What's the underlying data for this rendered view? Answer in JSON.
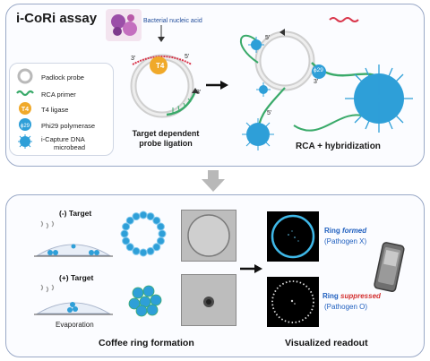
{
  "title": "i-CoRi assay",
  "top": {
    "bacterial_label": "Bacterial nucleic acid",
    "legend": [
      {
        "label": "Padlock probe",
        "icon": "padlock-probe-icon"
      },
      {
        "label": "RCA primer",
        "icon": "rca-primer-icon"
      },
      {
        "label": "T4 ligase",
        "icon": "t4-ligase-icon",
        "badge": "T4"
      },
      {
        "label": "Phi29 polymerase",
        "icon": "phi29-polymerase-icon",
        "badge": "ϕ29"
      },
      {
        "label": "i-Capture DNA microbead",
        "line1": "i-Capture DNA",
        "line2": "microbead",
        "icon": "microbead-icon"
      }
    ],
    "probe_labels": {
      "three_prime_a": "3'",
      "five_prime_a": "5'",
      "three_prime_b": "3'",
      "t4": "T4"
    },
    "ligation_caption_line1": "Target dependent",
    "ligation_caption_line2": "probe ligation",
    "rca_labels": {
      "five_prime_top": "5'",
      "three_prime": "3'",
      "five_prime_bottom": "5'",
      "phi29": "ϕ29"
    },
    "rca_caption": "RCA + hybridization"
  },
  "bottom": {
    "neg_target": "(-) Target",
    "pos_target": "(+) Target",
    "evaporation": "Evaporation",
    "coffee_caption": "Coffee ring formation",
    "readout_caption": "Visualized readout",
    "ring_formed_prefix": "Ring ",
    "ring_formed_word": "formed",
    "pathogen_x": "(Pathogen X)",
    "ring_suppressed_prefix": "Ring ",
    "ring_suppressed_word": "suppressed",
    "pathogen_o": "(Pathogen O)"
  },
  "colors": {
    "accent_blue": "#1f5fbf",
    "accent_red": "#d32f2f",
    "bead_blue": "#2e9fd8",
    "primer_green": "#3aaa6a",
    "ligase_orange": "#f0a92a",
    "panel_border": "#9aa9c7"
  }
}
